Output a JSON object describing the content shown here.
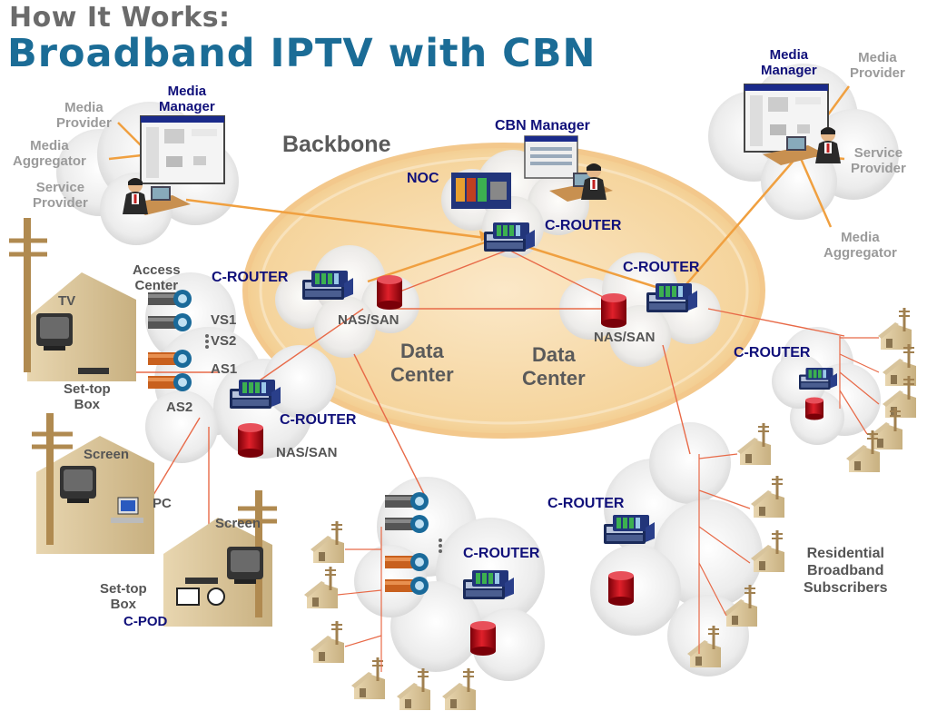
{
  "title": {
    "line1": "How It Works:",
    "line2": "Broadband IPTV with CBN"
  },
  "labels": {
    "backbone": "Backbone",
    "cbn_manager": "CBN Manager",
    "noc": "NOC",
    "c_router": "C-ROUTER",
    "nas_san": "NAS/SAN",
    "data_center": "Data\nCenter",
    "media_manager": "Media\nManager",
    "media_provider": "Media\nProvider",
    "media_aggregator": "Media\nAggregator",
    "service_provider": "Service\nProvider",
    "access_center": "Access\nCenter",
    "vs1": "VS1",
    "vs2": "VS2",
    "as1": "AS1",
    "as2": "AS2",
    "tv": "TV",
    "set_top_box": "Set-top\nBox",
    "screen": "Screen",
    "pc": "PC",
    "c_pod": "C-POD",
    "residential": "Residential\nBroadband\nSubscribers"
  },
  "colors": {
    "title_gray": "#6b6b6b",
    "title_blue": "#1b6c96",
    "label_blue": "#10107a",
    "backbone_fill": "#f7dcae",
    "link_orange": "#f0a040",
    "link_red": "#e05a3a",
    "storage_red": "#c8141e"
  }
}
